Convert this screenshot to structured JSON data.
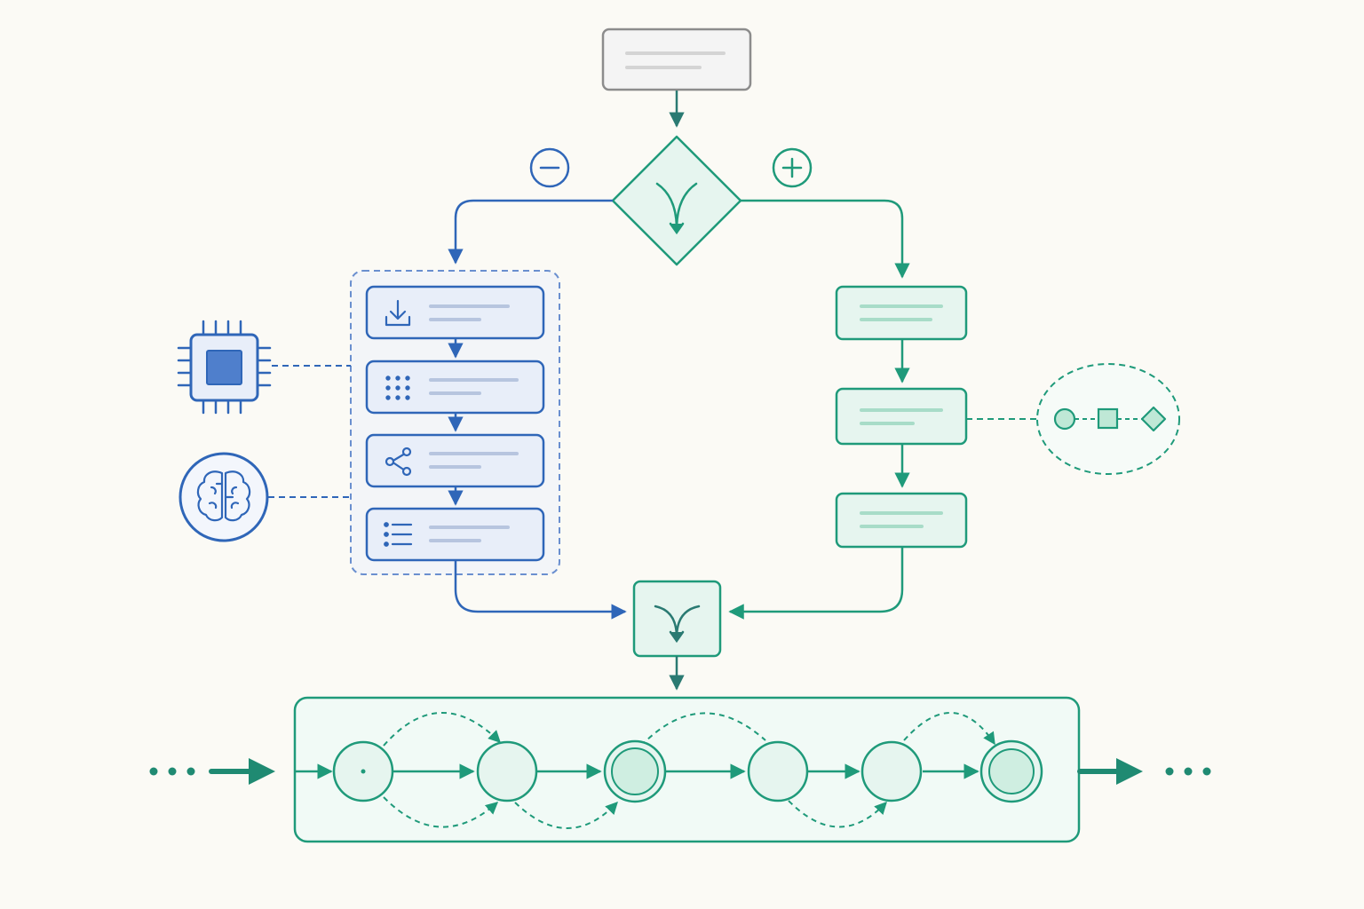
{
  "colors": {
    "background": "#fbfaf5",
    "blue": "#2f66b8",
    "blue_fill": "#e8eef9",
    "green": "#1f9a7a",
    "green_fill": "#e6f5ef",
    "teal": "#2a7a72",
    "gray": "#8c8c8c",
    "gray_fill": "#f4f4f4",
    "placeholder_line_gray": "#d4d4d4",
    "placeholder_line_blue": "#b7c5df",
    "placeholder_line_green": "#a8dcc8"
  },
  "diagram": {
    "top_node": {
      "icon": "text-lines-placeholder"
    },
    "decision": {
      "icon": "split-arrow-icon",
      "left_badge": "minus-icon",
      "right_badge": "plus-icon"
    },
    "blue_branch": {
      "group_style": "dashed",
      "steps": [
        {
          "icon": "download-icon"
        },
        {
          "icon": "grid-dots-icon"
        },
        {
          "icon": "share-nodes-icon"
        },
        {
          "icon": "list-icon"
        }
      ],
      "attachments": [
        "cpu-chip-icon",
        "brain-icon"
      ]
    },
    "green_branch": {
      "steps": [
        {},
        {},
        {}
      ],
      "attachment": {
        "shapes": [
          "circle",
          "square",
          "diamond"
        ],
        "style": "dashed-ellipse"
      }
    },
    "merge": {
      "icon": "merge-arrow-icon"
    },
    "sequence": {
      "states": [
        {
          "type": "start"
        },
        {
          "type": "normal"
        },
        {
          "type": "accept"
        },
        {
          "type": "normal"
        },
        {
          "type": "normal"
        },
        {
          "type": "accept"
        }
      ],
      "continuation": "ellipsis"
    }
  }
}
